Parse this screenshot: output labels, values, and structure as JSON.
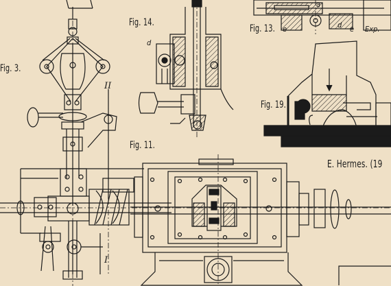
{
  "figures": {
    "fig3": "Fig. 3.",
    "fig14": "Fig. 14.",
    "fig13": "Fig. 13.",
    "fig19": "Fig. 19.",
    "fig11": "Fig. 11."
  },
  "author": "E. Hermes. (19",
  "letters": {
    "d": "d",
    "e1": "e",
    "e2": "e",
    "a": "a",
    "d2": "d",
    "exp": "Exp.",
    "ii": "II",
    "i": "I"
  },
  "colors": {
    "paper": "#efe0c6",
    "ink": "#1b1b1b"
  }
}
